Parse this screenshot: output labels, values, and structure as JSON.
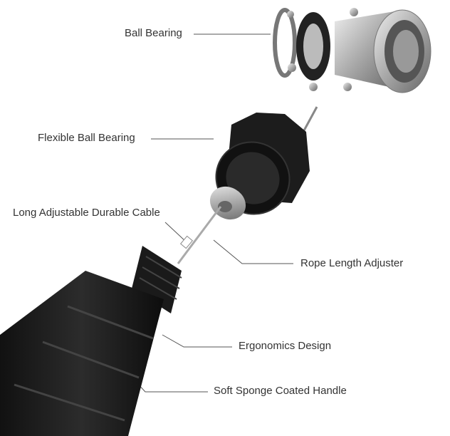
{
  "labels": {
    "ball_bearing": "Ball Bearing",
    "flexible_ball_bearing": "Flexible Ball Bearing",
    "cable": "Long Adjustable Durable Cable",
    "adjuster": "Rope Length Adjuster",
    "ergonomics": "Ergonomics Design",
    "handle": "Soft Sponge Coated Handle"
  },
  "colors": {
    "text": "#333333",
    "line": "#555555",
    "handle": "#1a1a1a",
    "metal": "#b8b8b8"
  }
}
